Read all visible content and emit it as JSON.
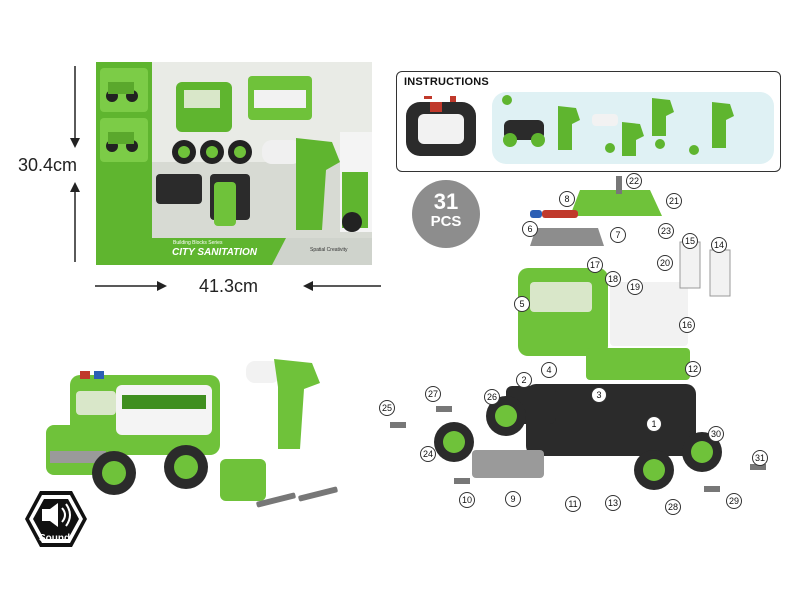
{
  "dimensions": {
    "height_label": "30.4cm",
    "width_label": "41.3cm"
  },
  "box": {
    "series_label": "Building Blocks Series",
    "product_title": "CITY SANITATION",
    "brand_tag": "Spatial Creativity"
  },
  "instructions": {
    "title": "INSTRUCTIONS"
  },
  "pieces": {
    "count": "31",
    "unit": "PCS"
  },
  "callouts": [
    "1",
    "2",
    "3",
    "4",
    "5",
    "6",
    "7",
    "8",
    "9",
    "10",
    "11",
    "12",
    "13",
    "14",
    "15",
    "16",
    "17",
    "18",
    "19",
    "20",
    "21",
    "22",
    "23",
    "24",
    "25",
    "26",
    "27",
    "28",
    "29",
    "30",
    "31"
  ],
  "sound_badge": {
    "label": "Sound"
  },
  "colors": {
    "toy_green": "#6fc23a",
    "dark_green": "#3f8f1f",
    "part_black": "#2b2b2b",
    "part_grey": "#9a9a9a",
    "badge_grey": "#8d8d8d"
  }
}
